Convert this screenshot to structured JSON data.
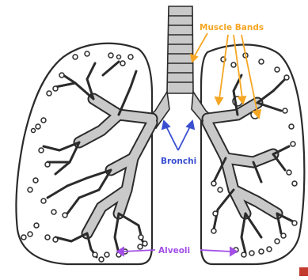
{
  "labels": {
    "muscle_bands": "Muscle Bands",
    "bronchi": "Bronchi",
    "alveoli": "Alveoli"
  },
  "colors": {
    "muscle_bands": "#f5a623",
    "bronchi": "#3a4fd0",
    "alveoli": "#a24fe6",
    "outline": "#2b2b2b",
    "airway_fill": "#c9c9c9",
    "background": "#ffffff"
  }
}
